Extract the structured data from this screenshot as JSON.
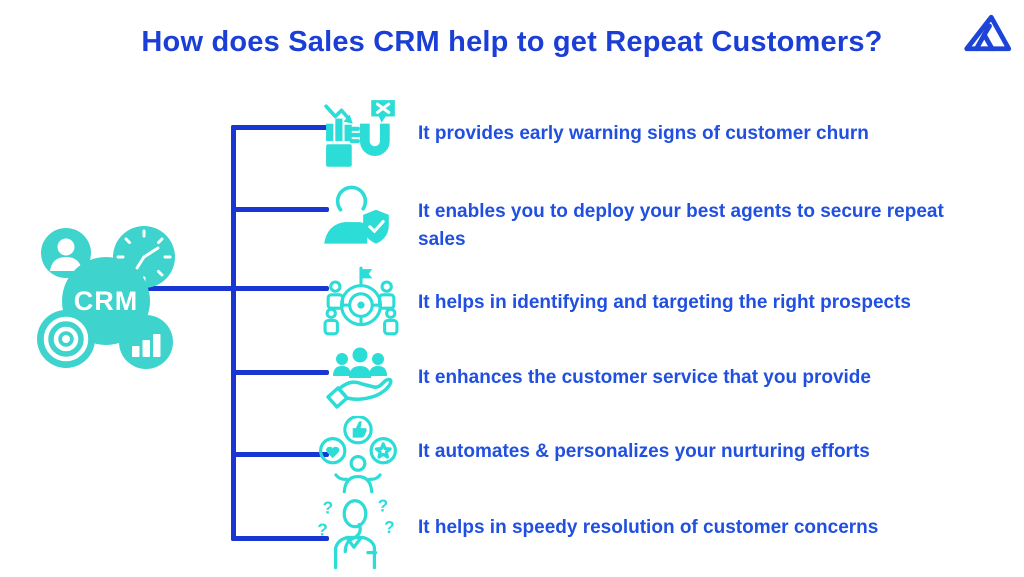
{
  "title": "How does Sales CRM help to get Repeat Customers?",
  "logo": {
    "name": "mountain-peaks-logo"
  },
  "crm": {
    "label": "CRM",
    "bubbles": [
      "user-avatar",
      "clock",
      "target",
      "bar-chart"
    ]
  },
  "items": [
    {
      "icon": "churn-warning-icon",
      "text": "It provides early warning signs of customer churn"
    },
    {
      "icon": "best-agent-shield-icon",
      "text": "It enables you to deploy your best agents to secure repeat sales"
    },
    {
      "icon": "target-prospects-icon",
      "text": "It helps in identifying and targeting the right prospects"
    },
    {
      "icon": "customer-service-icon",
      "text": "It enhances the customer service that you provide"
    },
    {
      "icon": "nurturing-icon",
      "text": "It automates & personalizes your nurturing efforts"
    },
    {
      "icon": "speedy-resolution-icon",
      "text": "It helps in speedy resolution of customer concerns"
    }
  ],
  "colors": {
    "title_blue": "#1b3fd6",
    "text_blue": "#2150e0",
    "line_blue": "#1a36d2",
    "teal": "#3ed3cc",
    "icon_cyan": "#2bdcd7",
    "logo_blue": "#1d44d8",
    "background": "#ffffff"
  }
}
